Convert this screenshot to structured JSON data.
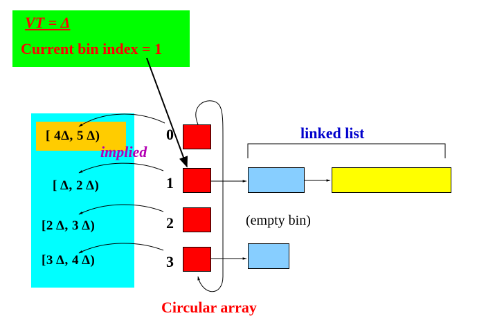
{
  "header": {
    "vt_label": "VT = Δ",
    "bin_index_label": "Current bin index = 1"
  },
  "ranges": [
    "[ 4Δ,  5 Δ)",
    "[ Δ,  2 Δ)",
    "[2 Δ,  3 Δ)",
    "[3 Δ,  4 Δ)"
  ],
  "implied_label": "implied",
  "bins": [
    "0",
    "1",
    "2",
    "3"
  ],
  "linked_list_label": "linked list",
  "empty_bin_label": "(empty bin)",
  "circular_array_label": "Circular array",
  "colors": {
    "header_bg": "#00ff00",
    "range_panel_bg": "#00ffff",
    "current_range_bg": "#ffcc00",
    "bin_cell": "#ff0000",
    "list_node": "#87ceff",
    "list_tail_node": "#ffff00",
    "accent_red": "#ff0000",
    "accent_blue": "#0000cc",
    "accent_purple": "#b300b3"
  }
}
